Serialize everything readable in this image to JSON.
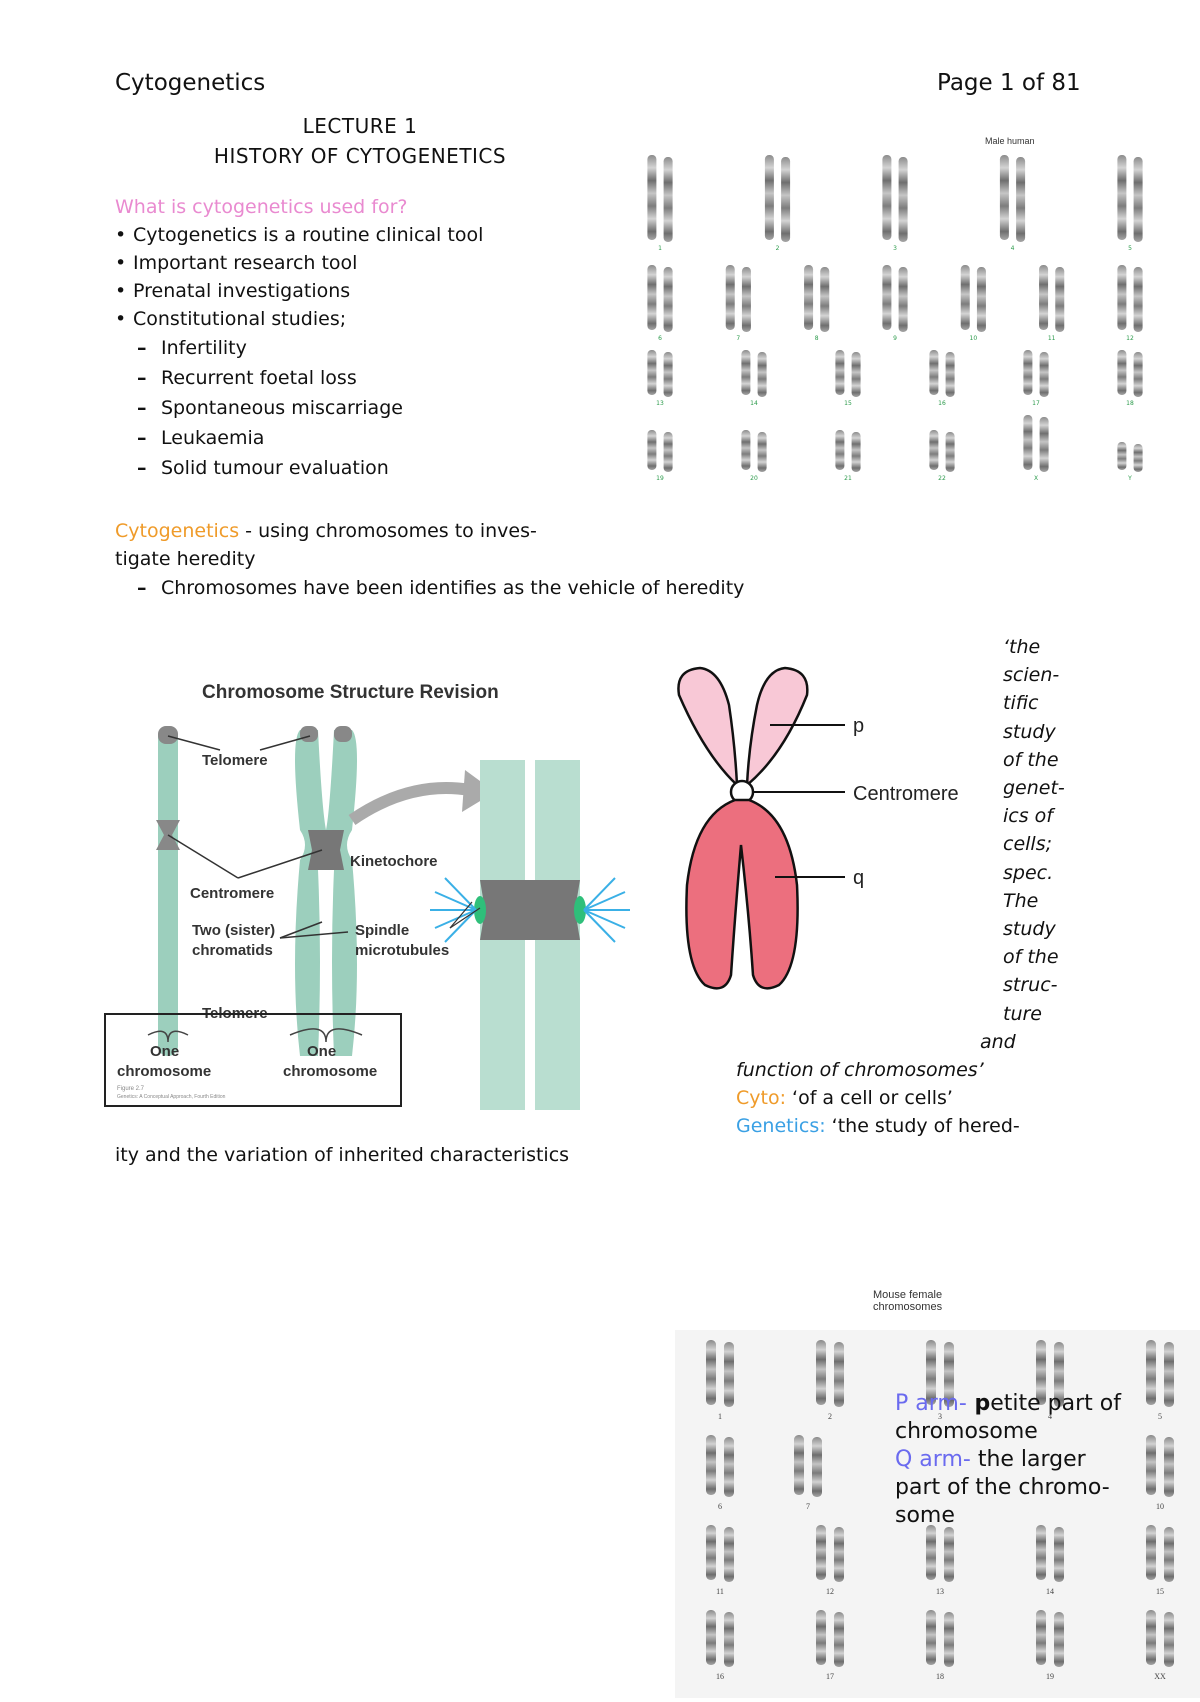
{
  "header": {
    "left": "Cytogenetics",
    "right": "Page 1 of 81"
  },
  "title": {
    "line1": "LECTURE 1",
    "line2": "HISTORY OF CYTOGENETICS"
  },
  "uses": {
    "question": "What is cytogenetics used for?",
    "bullets": [
      "Cytogenetics is a routine clinical tool",
      "Important research tool",
      "Prenatal investigations",
      "Constitutional studies;"
    ],
    "sub": [
      "Infertility",
      "Recurrent foetal loss",
      "Spontaneous miscarriage",
      "Leukaemia",
      "Solid tumour evaluation"
    ]
  },
  "definition": {
    "term": "Cytogenetics",
    "rest1": " - using chromosomes to inves-",
    "rest2": "tigate heredity",
    "sub": "Chromosomes have been identifies as the vehicle of heredity"
  },
  "karyotype_human": {
    "label": "Male human",
    "rows": [
      [
        "1",
        "2",
        "3",
        "4",
        "5"
      ],
      [
        "6",
        "7",
        "8",
        "9",
        "10",
        "11",
        "12"
      ],
      [
        "13",
        "14",
        "15",
        "16",
        "17",
        "18"
      ],
      [
        "19",
        "20",
        "21",
        "22",
        "X",
        "Y"
      ]
    ]
  },
  "structure_fig": {
    "title": "Chromosome Structure Revision",
    "telomere_top": "Telomere",
    "centromere": "Centromere",
    "sister1": "Two (sister)",
    "sister2": "chromatids",
    "telomere_bottom": "Telomere",
    "kinetochore": "Kinetochore",
    "spindle1": "Spindle",
    "spindle2": "microtubules",
    "one_a": "One",
    "chrom_a": "chromosome",
    "one_b": "One",
    "chrom_b": "chromosome",
    "fig_caption": "Figure 2.7",
    "fig_credit": "Genetics: A Conceptual Approach, Fourth Edition"
  },
  "arm_fig": {
    "p": "p",
    "centromere": "Centromere",
    "q": "q"
  },
  "quote": {
    "lines": [
      "‘the",
      "scien-",
      "tific",
      "study",
      "of the",
      "genet-",
      "ics of",
      "cells;",
      "spec.",
      "The",
      "study",
      "of the",
      "struc-",
      "ture",
      "and"
    ],
    "last": "function of chromosomes’"
  },
  "cyto": {
    "label": "Cyto:",
    "text": " ‘of a cell or cells’"
  },
  "genetics": {
    "label": "Genetics:",
    "text": " ‘the study of hered-",
    "cont": "ity and the variation of inherited characteristics"
  },
  "karyotype_mouse": {
    "label1": "Mouse female",
    "label2": "chromosomes",
    "rows": [
      [
        "1",
        "2",
        "3",
        "4",
        "5"
      ],
      [
        "6",
        "7",
        "",
        "",
        "",
        "10"
      ],
      [
        "11",
        "12",
        "13",
        "14",
        "15"
      ],
      [
        "16",
        "17",
        "18",
        "19",
        "XX"
      ]
    ]
  },
  "arms": {
    "p_label": "P arm-",
    "p_bold": " p",
    "p_text": "etite part of",
    "p_text2": "chromosome",
    "q_label": "Q arm-",
    "q_text": " the larger",
    "q_text2": "part of the chromo-",
    "q_text3": "some"
  }
}
